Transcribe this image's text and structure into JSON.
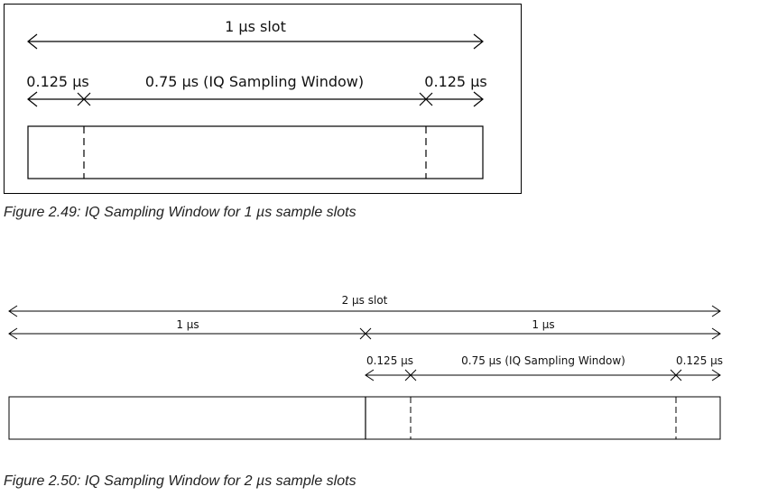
{
  "figure1": {
    "top_label": "1 µs slot",
    "left_guard": "0.125 µs",
    "window": "0.75 µs (IQ Sampling Window)",
    "right_guard": "0.125 µs",
    "caption": "Figure 2.49:  IQ Sampling Window for 1 µs sample slots"
  },
  "figure2": {
    "top_label": "2 µs slot",
    "first_half": "1 µs",
    "second_half": "1 µs",
    "left_guard": "0.125 µs",
    "window": "0.75 µs (IQ Sampling Window)",
    "right_guard": "0.125 µs",
    "caption": "Figure 2.50:  IQ Sampling Window for 2 µs sample slots"
  }
}
